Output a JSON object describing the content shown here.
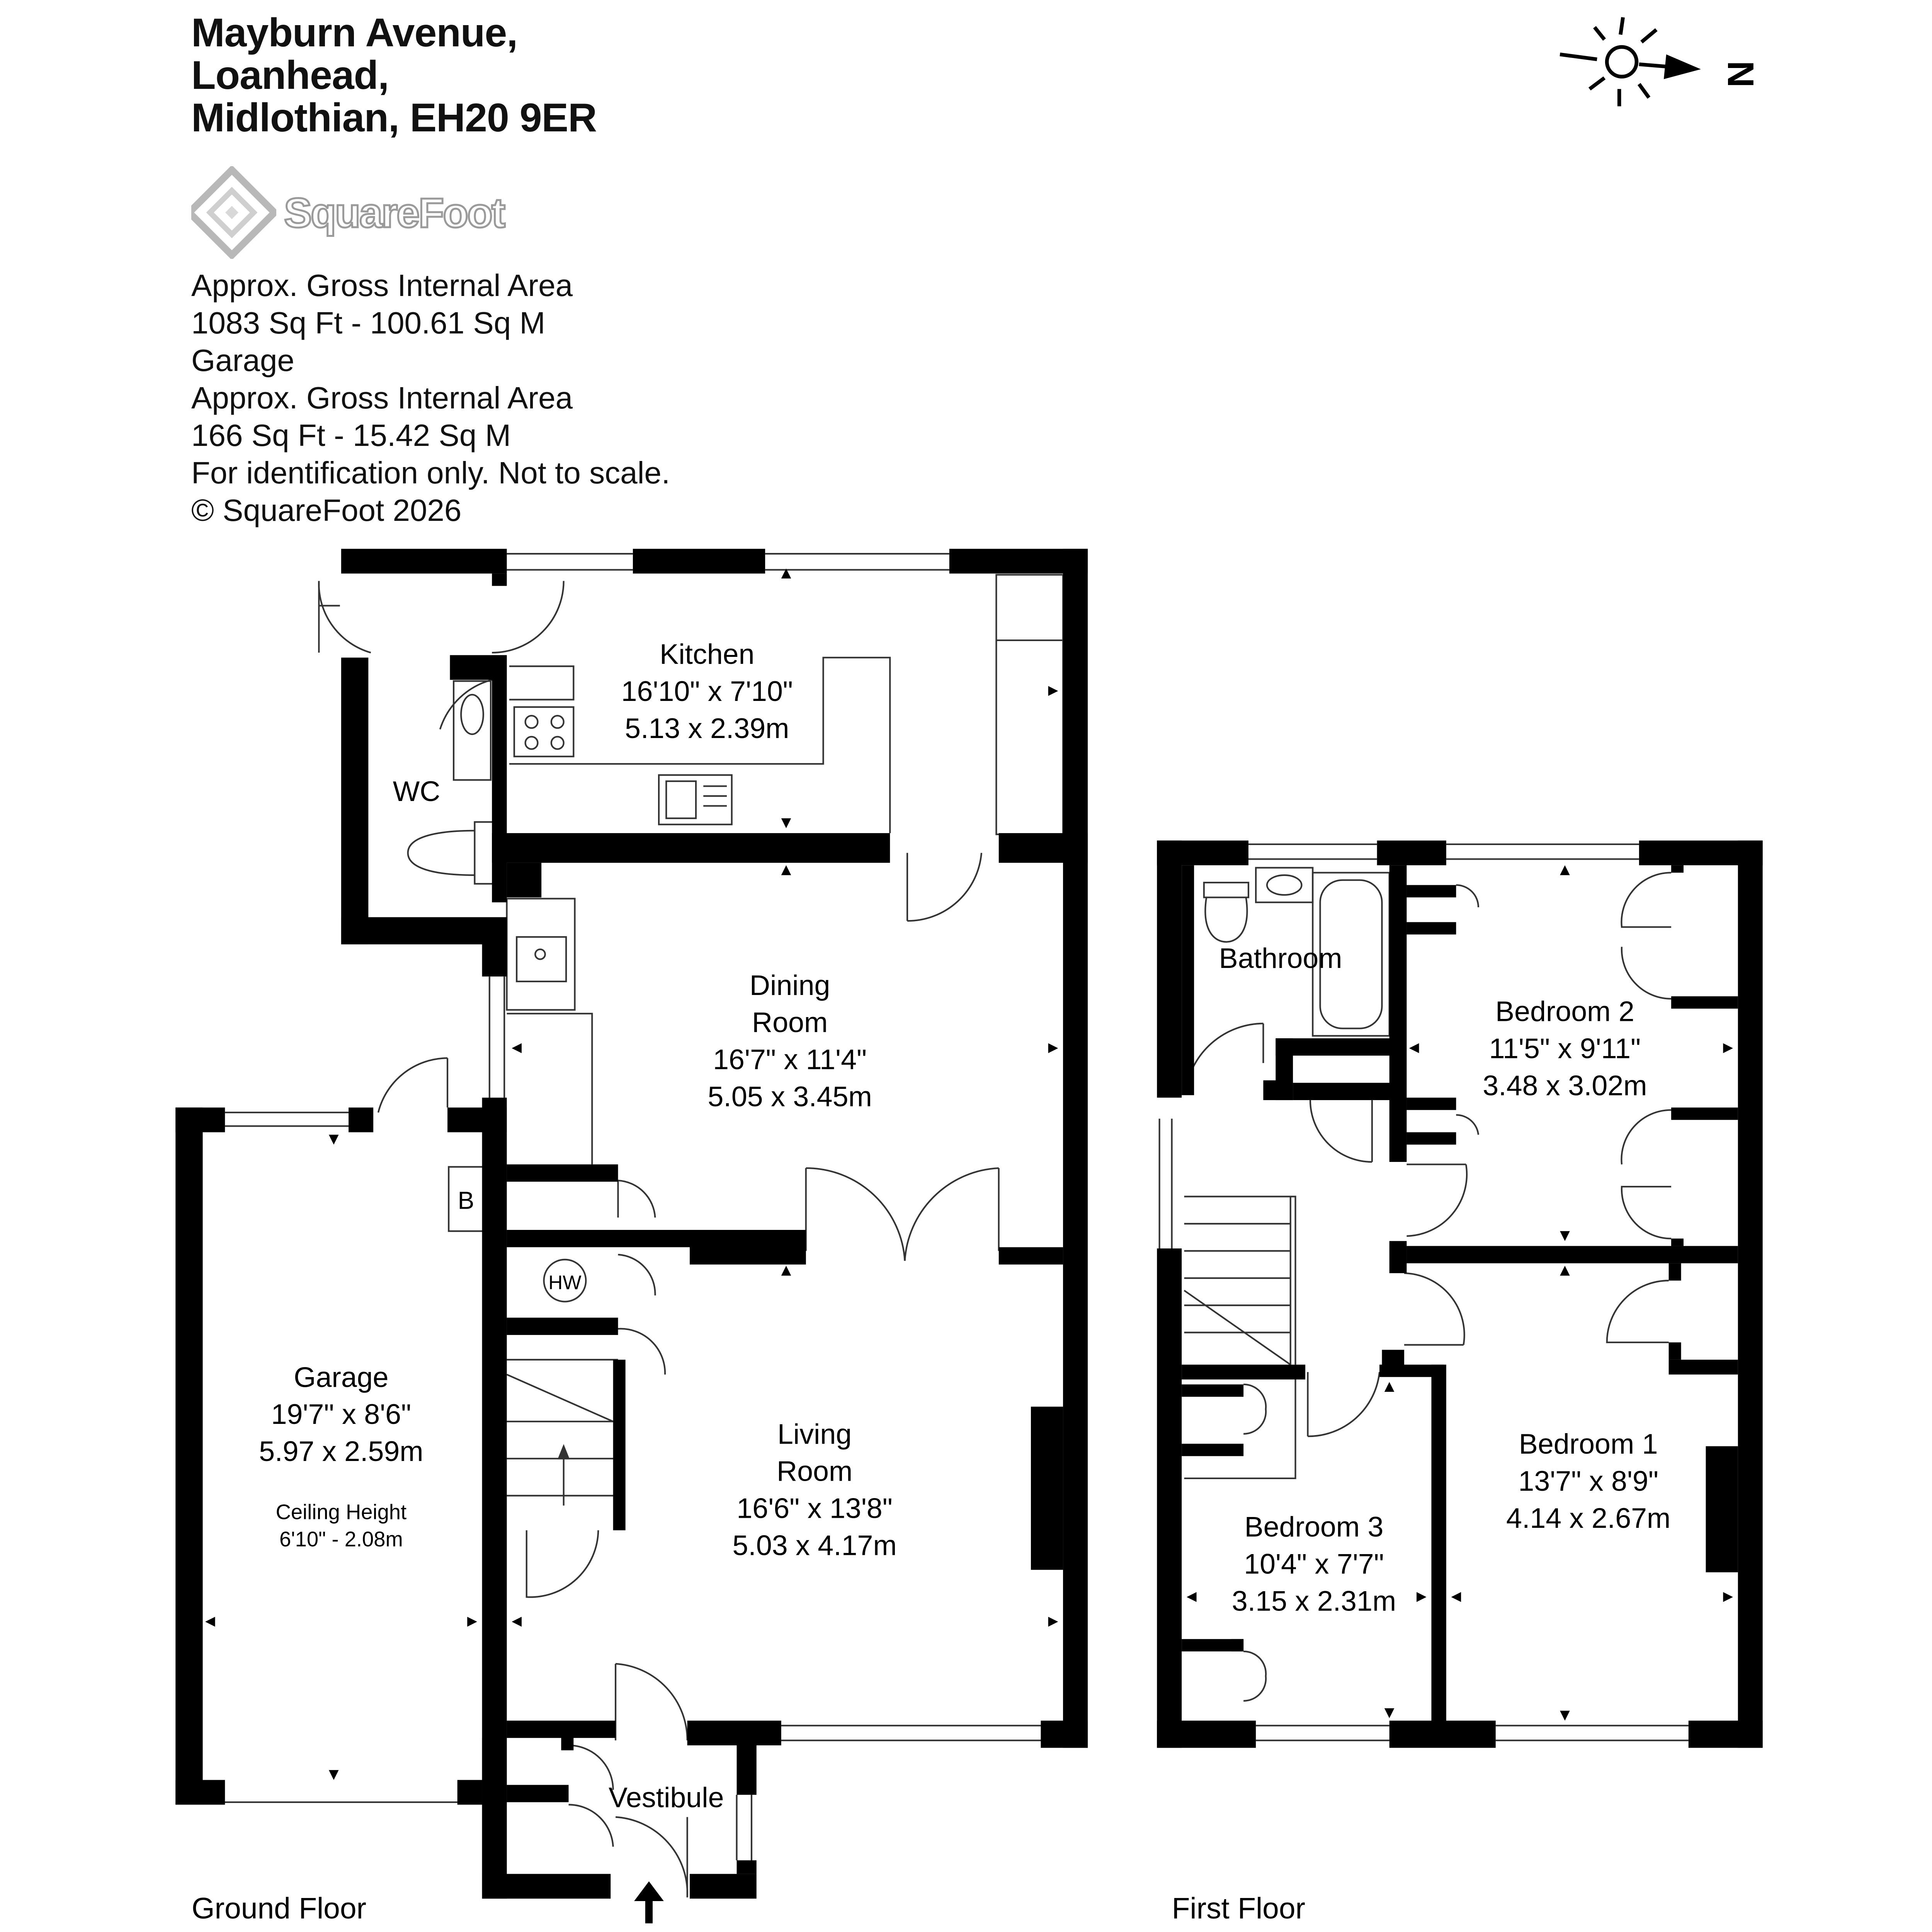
{
  "address": {
    "line1": "Mayburn Avenue,",
    "line2": "Loanhead,",
    "line3": "Midlothian, EH20 9ER"
  },
  "brand": {
    "name": "SquareFoot"
  },
  "area_info": {
    "house_label": "Approx. Gross Internal Area",
    "house_area": "1083 Sq Ft  -  100.61 Sq M",
    "garage_heading": "Garage",
    "garage_label": "Approx. Gross Internal Area",
    "garage_area": "166 Sq Ft  -  15.42 Sq M",
    "disclaimer": "For identification only. Not to scale.",
    "copyright": "© SquareFoot 2026"
  },
  "compass": {
    "north_label": "N"
  },
  "floors": {
    "ground": "Ground Floor",
    "first": "First Floor"
  },
  "rooms": {
    "kitchen": {
      "name": "Kitchen",
      "imperial": "16'10\" x 7'10\"",
      "metric": "5.13 x 2.39m"
    },
    "wc": {
      "name": "WC"
    },
    "dining": {
      "name1": "Dining",
      "name2": "Room",
      "imperial": "16'7\" x 11'4\"",
      "metric": "5.05 x 3.45m"
    },
    "living": {
      "name1": "Living",
      "name2": "Room",
      "imperial": "16'6\" x 13'8\"",
      "metric": "5.03 x 4.17m"
    },
    "garage": {
      "name": "Garage",
      "imperial": "19'7\" x 8'6\"",
      "metric": "5.97 x 2.59m",
      "ceiling_label": "Ceiling Height",
      "ceiling_value": "6'10\" - 2.08m"
    },
    "vestibule": {
      "name": "Vestibule"
    },
    "boiler": {
      "label": "B"
    },
    "hot_water": {
      "label": "HW"
    },
    "bathroom": {
      "name": "Bathroom"
    },
    "bedroom1": {
      "name": "Bedroom 1",
      "imperial": "13'7\" x 8'9\"",
      "metric": "4.14 x 2.67m"
    },
    "bedroom2": {
      "name": "Bedroom 2",
      "imperial": "11'5\" x 9'11\"",
      "metric": "3.48 x 3.02m"
    },
    "bedroom3": {
      "name": "Bedroom 3",
      "imperial": "10'4\" x 7'7\"",
      "metric": "3.15 x 2.31m"
    }
  }
}
